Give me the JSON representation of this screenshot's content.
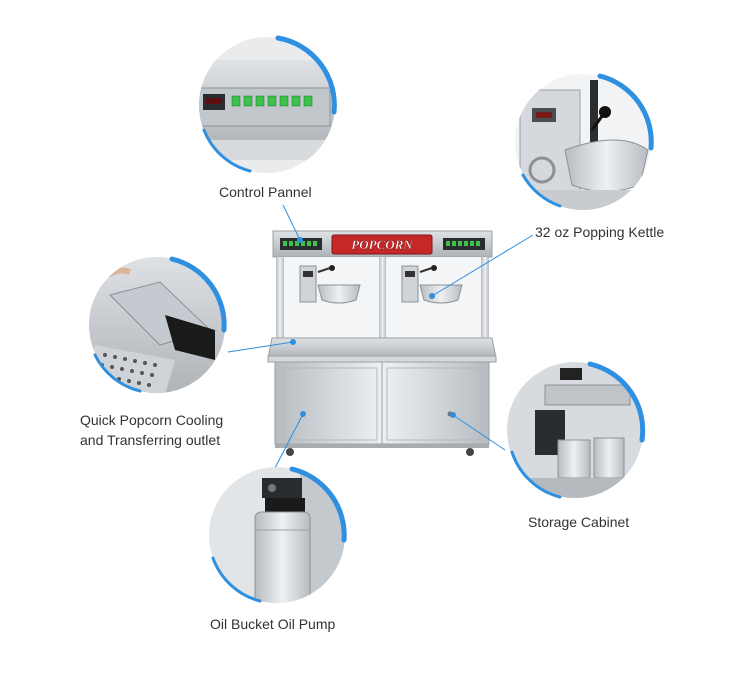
{
  "sign_text": "POPCORN",
  "labels": {
    "control_panel": "Control Pannel",
    "popping_kettle": "32 oz Popping Kettle",
    "cooling_outlet_line1": "Quick Popcorn Cooling",
    "cooling_outlet_line2": "and Transferring outlet",
    "storage_cabinet": "Storage Cabinet",
    "oil_pump": "Oil Bucket Oil Pump"
  },
  "colors": {
    "accent_blue": "#2f8fe0",
    "sign_red": "#c62828",
    "steel": "#c9ced3"
  }
}
